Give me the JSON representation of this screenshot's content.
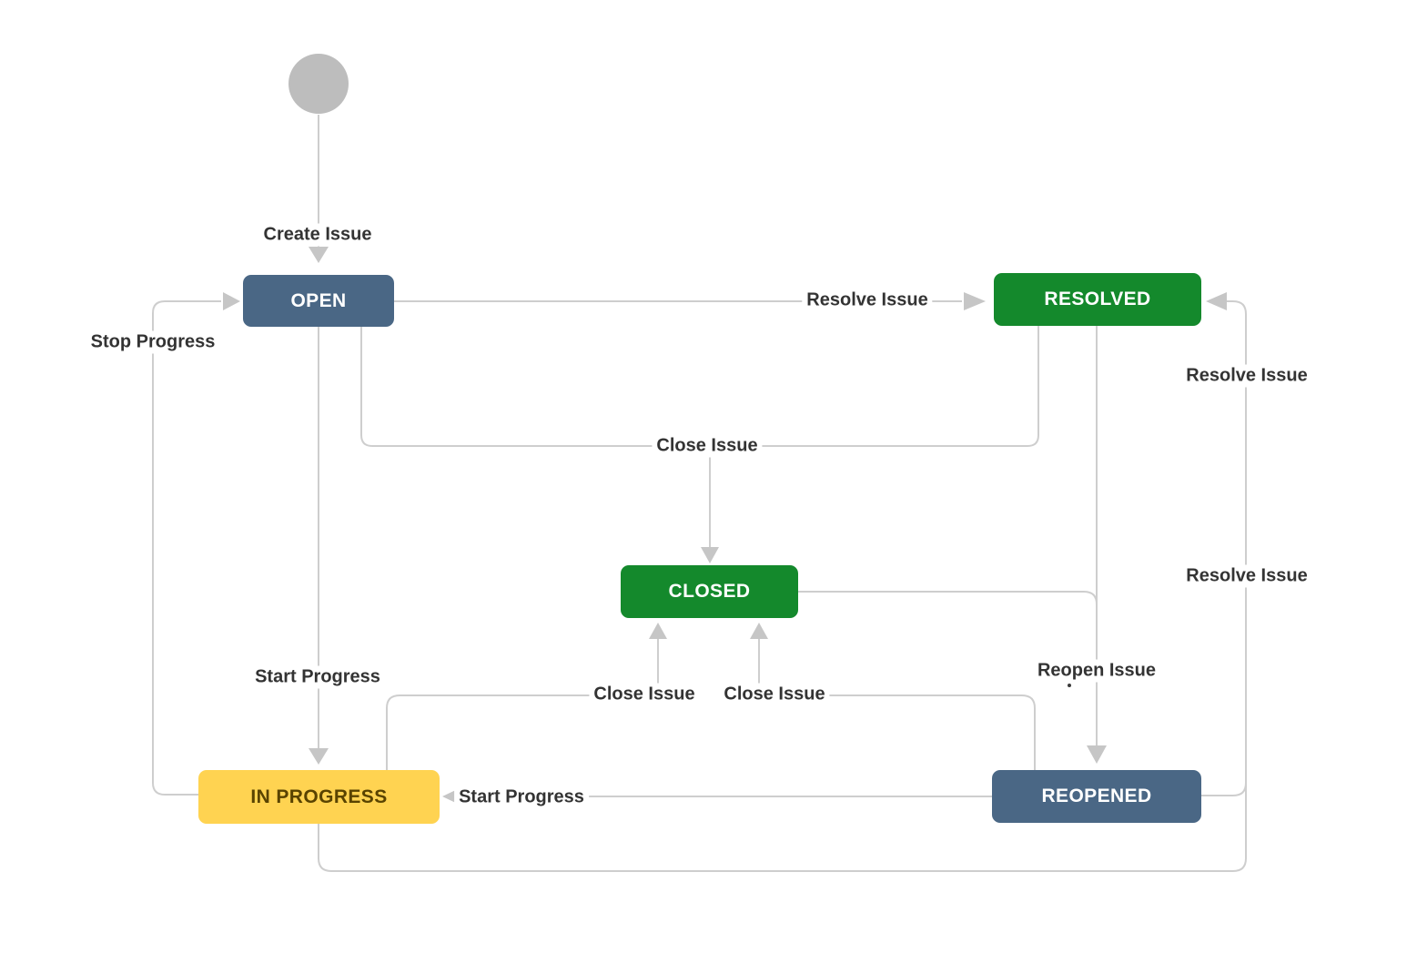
{
  "diagram": {
    "nodes": {
      "start": {
        "shape": "circle",
        "color": "#BDBDBD"
      },
      "open": {
        "label": "OPEN",
        "fill": "#4A6785",
        "text_color": "#FFFFFF"
      },
      "resolved": {
        "label": "RESOLVED",
        "fill": "#14892C",
        "text_color": "#FFFFFF"
      },
      "closed": {
        "label": "CLOSED",
        "fill": "#14892C",
        "text_color": "#FFFFFF"
      },
      "in_progress": {
        "label": "IN PROGRESS",
        "fill": "#FFD351",
        "text_color": "#594300"
      },
      "reopened": {
        "label": "REOPENED",
        "fill": "#4A6785",
        "text_color": "#FFFFFF"
      }
    },
    "edge_labels": {
      "create_issue": "Create Issue",
      "resolve_issue_open": "Resolve Issue",
      "stop_progress": "Stop Progress",
      "close_issue_merged": "Close Issue",
      "resolve_issue_right_upper": "Resolve Issue",
      "resolve_issue_right_lower": "Resolve Issue",
      "start_progress_open": "Start Progress",
      "close_issue_in_progress": "Close Issue",
      "close_issue_reopened": "Close Issue",
      "reopen_issue": "Reopen Issue",
      "start_progress_reopened": "Start Progress"
    },
    "transitions": [
      {
        "from": "start",
        "to": "open",
        "label": "Create Issue"
      },
      {
        "from": "open",
        "to": "resolved",
        "label": "Resolve Issue"
      },
      {
        "from": "open",
        "to": "closed",
        "label": "Close Issue"
      },
      {
        "from": "resolved",
        "to": "closed",
        "label": "Close Issue"
      },
      {
        "from": "open",
        "to": "in_progress",
        "label": "Start Progress"
      },
      {
        "from": "in_progress",
        "to": "open",
        "label": "Stop Progress"
      },
      {
        "from": "in_progress",
        "to": "closed",
        "label": "Close Issue"
      },
      {
        "from": "reopened",
        "to": "closed",
        "label": "Close Issue"
      },
      {
        "from": "resolved",
        "to": "reopened",
        "label": "Reopen Issue"
      },
      {
        "from": "closed",
        "to": "reopened",
        "label": "Reopen Issue"
      },
      {
        "from": "reopened",
        "to": "in_progress",
        "label": "Start Progress"
      },
      {
        "from": "reopened",
        "to": "resolved",
        "label": "Resolve Issue"
      },
      {
        "from": "in_progress",
        "to": "resolved",
        "label": "Resolve Issue"
      }
    ],
    "colors": {
      "line": "#CECECE",
      "arrowhead": "#C6C6C6",
      "label_text": "#333333",
      "background": "#FFFFFF"
    }
  }
}
